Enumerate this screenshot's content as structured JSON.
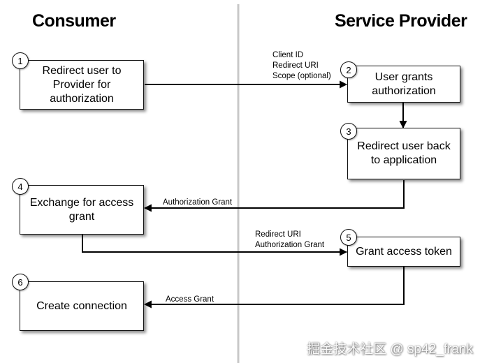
{
  "columns": {
    "left": "Consumer",
    "right": "Service Provider"
  },
  "steps": [
    {
      "num": "1",
      "label": "Redirect user to Provider for authorization"
    },
    {
      "num": "2",
      "label": "User grants authorization"
    },
    {
      "num": "3",
      "label": "Redirect user back to application"
    },
    {
      "num": "4",
      "label": "Exchange for access grant"
    },
    {
      "num": "5",
      "label": "Grant access token"
    },
    {
      "num": "6",
      "label": "Create connection"
    }
  ],
  "edges": [
    {
      "from": "1",
      "to": "2",
      "lines": [
        "Client ID",
        "Redirect URI",
        "Scope (optional)"
      ]
    },
    {
      "from": "2",
      "to": "3",
      "lines": []
    },
    {
      "from": "3",
      "to": "4",
      "lines": [
        "Authorization Grant"
      ]
    },
    {
      "from": "4",
      "to": "5",
      "lines": [
        "Redirect URI",
        "Authorization Grant"
      ]
    },
    {
      "from": "5",
      "to": "6",
      "lines": [
        "Access Grant"
      ]
    }
  ],
  "watermark": "掘金技术社区 @ sp42_frank"
}
